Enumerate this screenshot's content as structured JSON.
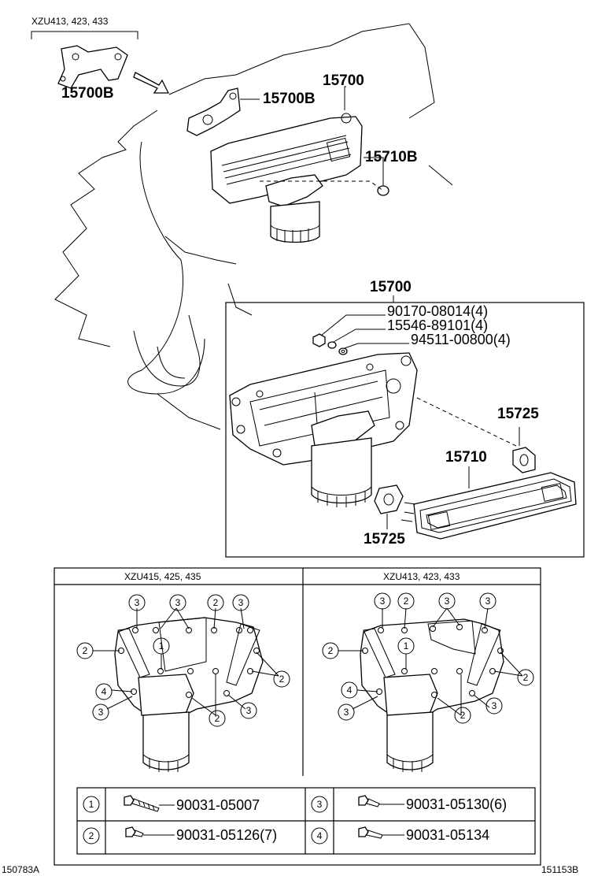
{
  "header": {
    "variant_top_left": "XZU413, 423, 433"
  },
  "callouts": {
    "c15700b_a": "15700B",
    "c15700b_b": "15700B",
    "c15700_top": "15700",
    "c15710b": "15710B",
    "c15700_detail": "15700",
    "p1": "90170-08014(4)",
    "p2": "15546-89101(4)",
    "p3": "94511-00800(4)",
    "c15725_a": "15725",
    "c15710": "15710",
    "c15725_b": "15725"
  },
  "lower_panels": {
    "left_title": "XZU415, 425, 435",
    "right_title": "XZU413, 423, 433"
  },
  "bolt_table": [
    {
      "num": "1",
      "part": "90031-05007"
    },
    {
      "num": "3",
      "part": "90031-05130(6)"
    },
    {
      "num": "2",
      "part": "90031-05126(7)"
    },
    {
      "num": "4",
      "part": "90031-05134"
    }
  ],
  "footer": {
    "left_code": "150783A",
    "right_code": "151153B"
  }
}
